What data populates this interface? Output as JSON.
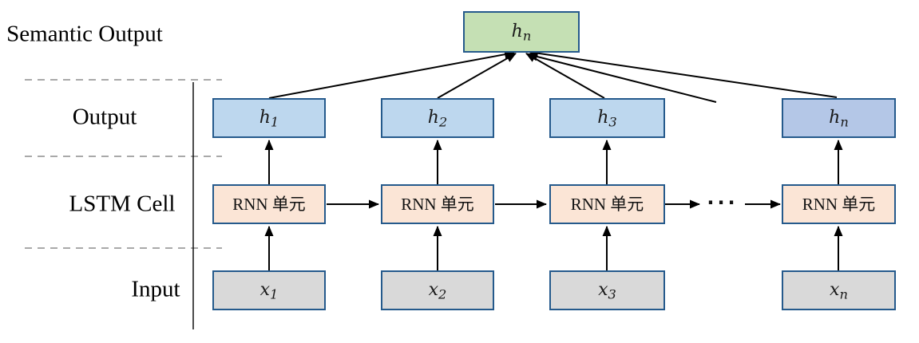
{
  "labels": {
    "semantic_output": "Semantic Output",
    "output": "Output",
    "lstm_cell": "LSTM Cell",
    "input": "Input"
  },
  "nodes": {
    "semantic": {
      "base": "h",
      "sub": "n"
    },
    "outputs": [
      {
        "base": "h",
        "sub": "1"
      },
      {
        "base": "h",
        "sub": "2"
      },
      {
        "base": "h",
        "sub": "3"
      },
      {
        "base": "h",
        "sub": "n"
      }
    ],
    "cells": [
      "RNN 单元",
      "RNN 单元",
      "RNN 单元",
      "RNN 单元"
    ],
    "inputs": [
      {
        "base": "x",
        "sub": "1"
      },
      {
        "base": "x",
        "sub": "2"
      },
      {
        "base": "x",
        "sub": "3"
      },
      {
        "base": "x",
        "sub": "n"
      }
    ]
  },
  "ellipsis": {
    "text": "···"
  },
  "colors": {
    "border": "#255a8c",
    "blue_light": "#bdd7ee",
    "blue_periwinkle": "#b4c7e7",
    "green": "#c5e0b4",
    "peach": "#fbe5d6",
    "gray": "#d9d9d9",
    "dash_gray": "#a9a9a9",
    "line_black": "#000000",
    "bg": "#ffffff"
  }
}
